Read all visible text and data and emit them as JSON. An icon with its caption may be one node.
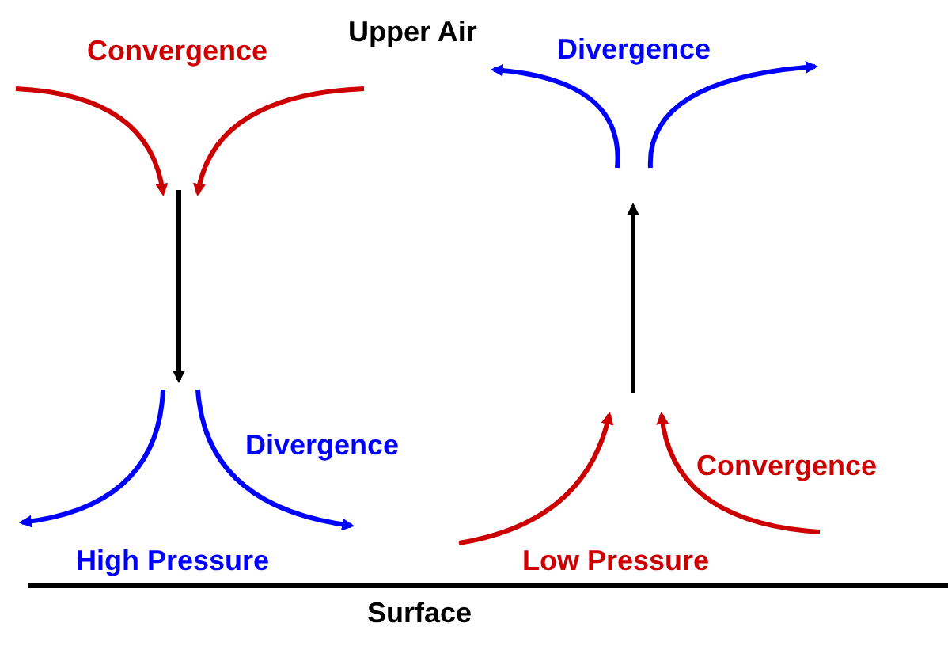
{
  "diagram": {
    "labels": [
      "Convergence",
      "Upper Air",
      "Divergence",
      "Divergence",
      "Convergence",
      "High Pressure",
      "Low Pressure",
      "Surface"
    ]
  }
}
